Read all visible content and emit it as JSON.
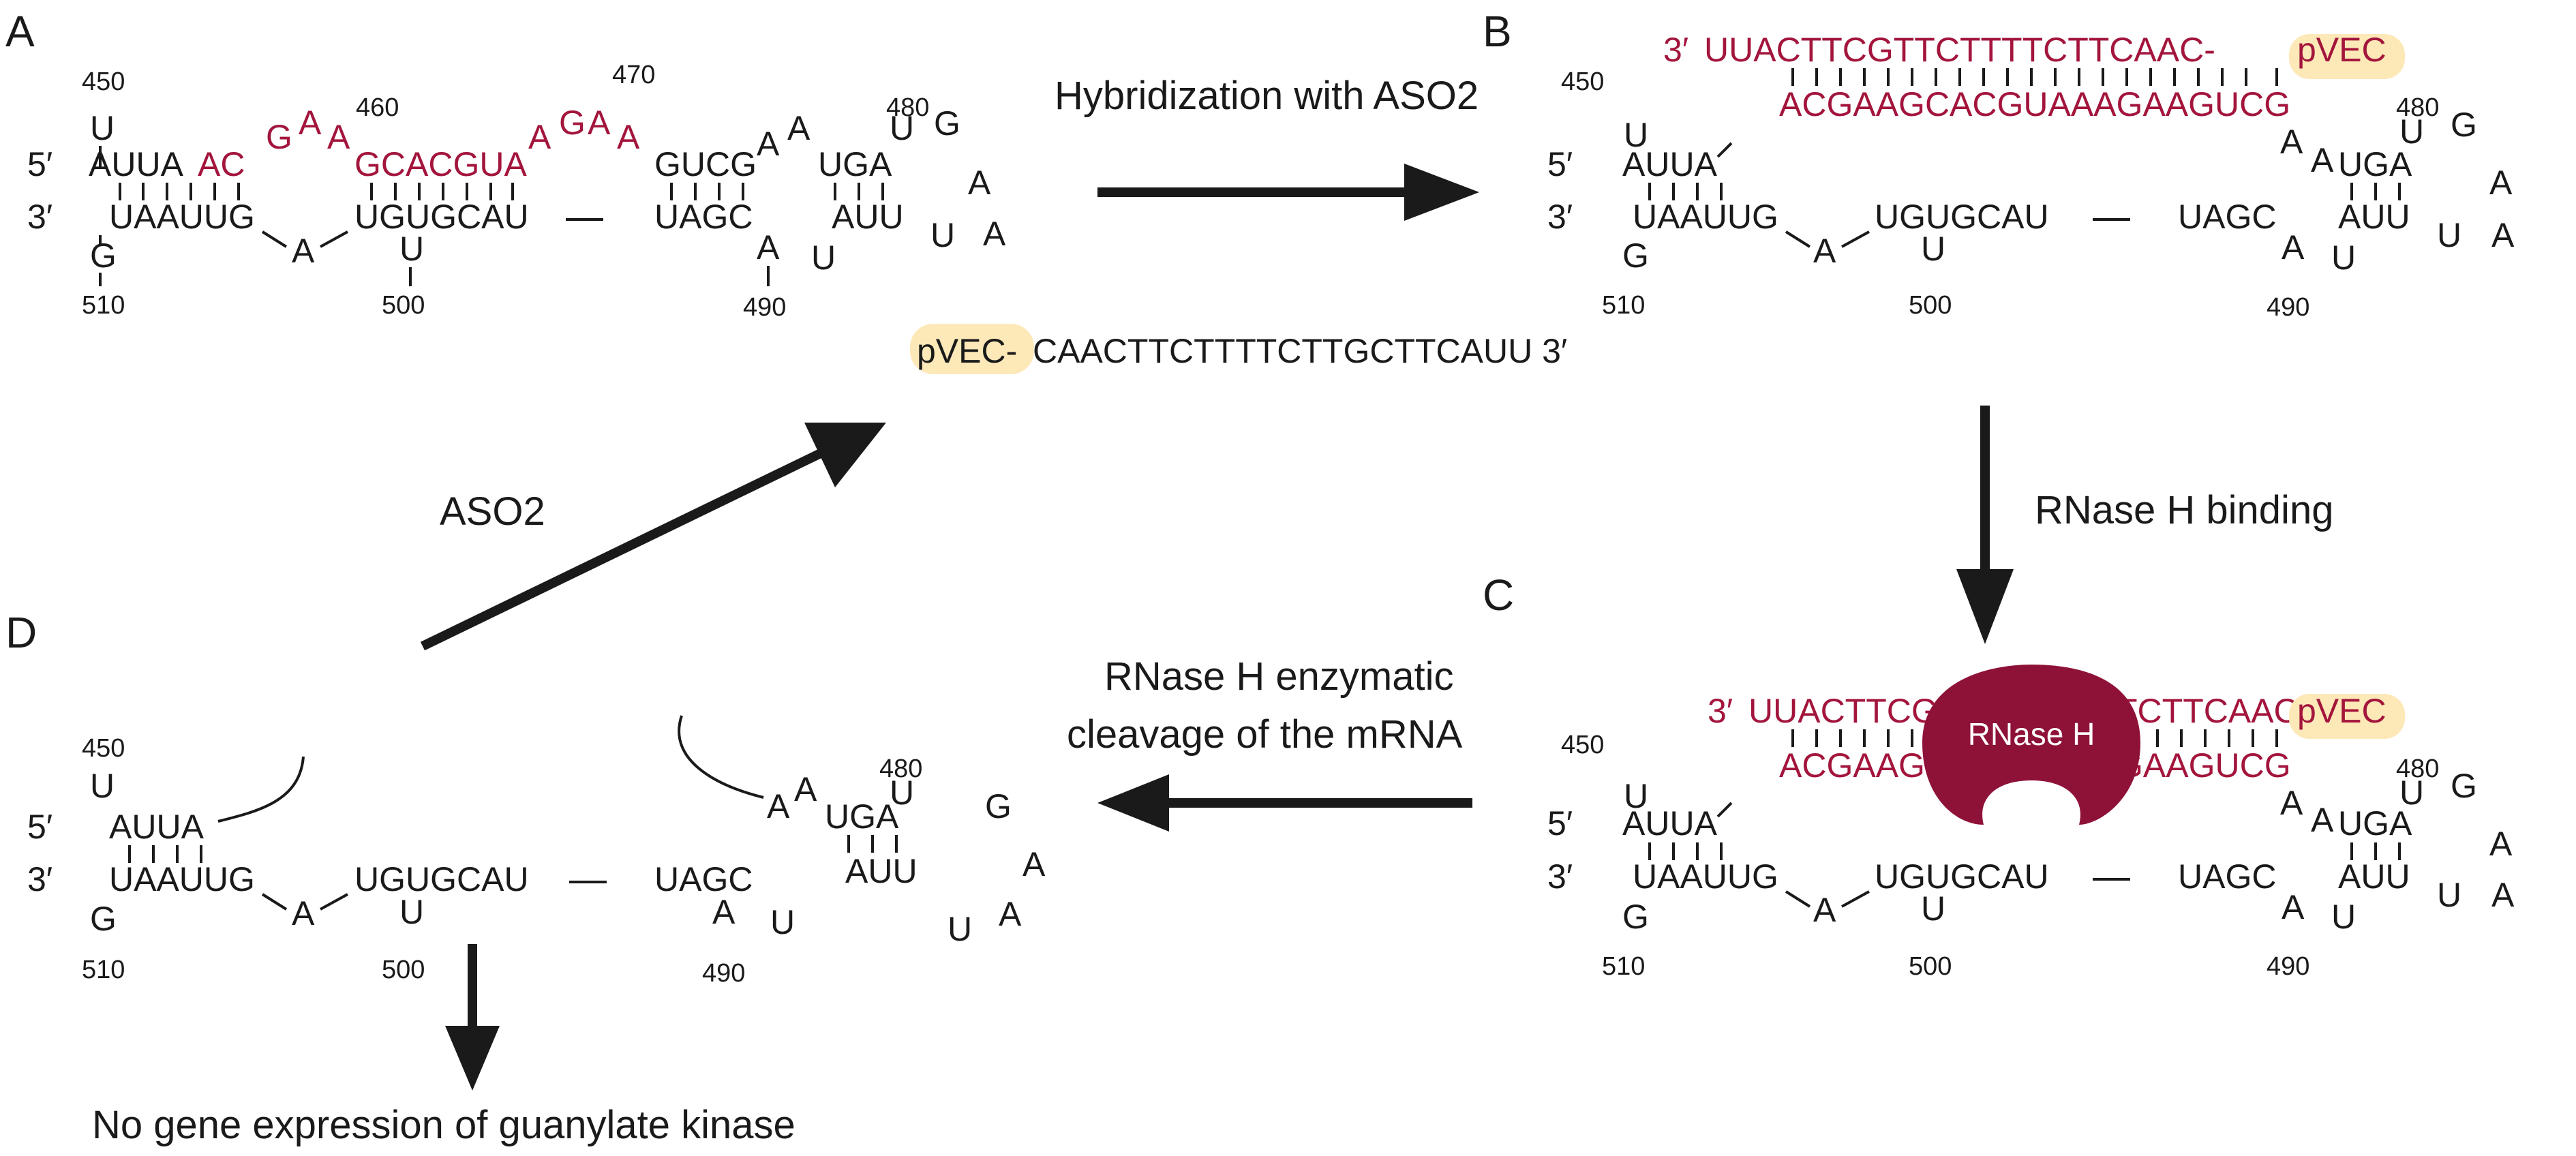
{
  "colors": {
    "highlight_red": "#a3153c",
    "pvec_bg": "#fde8b8",
    "arrow": "#1a1a1a",
    "rnaseh": "#8e1238"
  },
  "panels": {
    "a": "A",
    "b": "B",
    "c": "C",
    "d": "D"
  },
  "ends": {
    "five": "5′",
    "three": "3′"
  },
  "numbers": {
    "n450": "450",
    "n460": "460",
    "n470": "470",
    "n480": "480",
    "n490": "490",
    "n500": "500",
    "n510": "510"
  },
  "rna": {
    "top": {
      "g1": "AUUA",
      "g2": "AC",
      "g3": "GCACGUA",
      "g4": "GUCG",
      "g5": "UGA"
    },
    "top_red_a": "AC",
    "top_red_b": "GCACGUA",
    "top_loop": [
      "G",
      "A",
      "A"
    ],
    "top_loop2": [
      "A",
      "G",
      "A",
      "A"
    ],
    "top_loop3": [
      "A",
      "A"
    ],
    "bottom": {
      "b1": "UAAUUG",
      "b2": "UGUGCAU",
      "b3": "UAGC",
      "b4": "AUU"
    },
    "single": {
      "u450": "U",
      "g510": "G",
      "a_bulge": "A",
      "u500": "U",
      "a490": "A",
      "u490": "U"
    },
    "hairpin": [
      "U",
      "G",
      "A",
      "A",
      "U"
    ],
    "dash": "—"
  },
  "aso": {
    "free": "CAACTTCTTTTCTTGCTTCAUU  3′",
    "pvec": "pVEC",
    "pvec_dash": "pVEC-",
    "three": "3′",
    "b_top": "UUACTTCGTTCTTTTCTTCAAC-",
    "b_bottom": "ACGAAGCACGUAAAGAAGUCG",
    "c_top_left": "UUACTTCG",
    "c_top_right": "TCTTCAAC-",
    "c_bottom_left": "ACGAAGC",
    "c_bottom_right": "GAAGUCG",
    "tick": "ˏ"
  },
  "labels": {
    "hybridization": "Hybridization with ASO2",
    "rnase_binding": "RNase H binding",
    "cleavage_1": "RNase H enzymatic",
    "cleavage_2": "cleavage of the mRNA",
    "aso2": "ASO2",
    "no_expression": "No gene expression of guanylate kinase",
    "rnase_h": "RNase H"
  }
}
